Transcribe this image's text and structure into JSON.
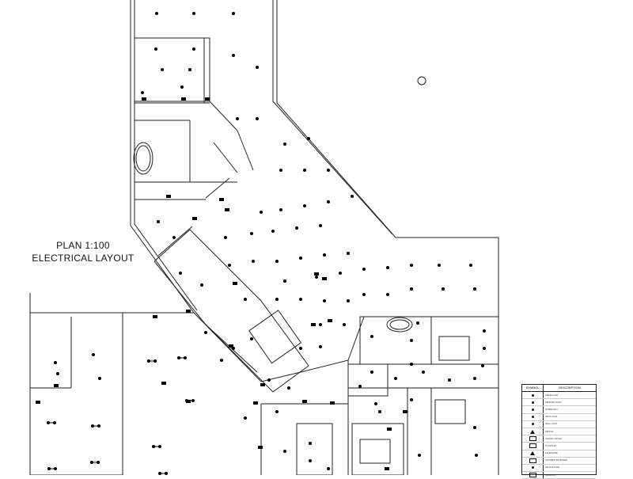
{
  "drawing": {
    "title_line1": "PLAN 1:100",
    "title_line2": "ELECTRICAL LAYOUT"
  },
  "legend": {
    "header_symbol": "SYMBOL",
    "header_description": "DESCRIPTION",
    "rows": [
      {
        "icon": "fan-icon",
        "desc": "CEILING FAN"
      },
      {
        "icon": "pendant-light-icon",
        "desc": "PENDANT LIGHT"
      },
      {
        "icon": "downlight-icon",
        "desc": "DOWNLIGHT"
      },
      {
        "icon": "spot-light-icon",
        "desc": "SPOT LIGHT"
      },
      {
        "icon": "wall-light-icon",
        "desc": "WALL LIGHT"
      },
      {
        "icon": "switch-icon",
        "desc": "SWITCH"
      },
      {
        "icon": "socket-icon",
        "desc": "SOCKET OUTLET"
      },
      {
        "icon": "tv-outlet-icon",
        "desc": "TV OUTLET"
      },
      {
        "icon": "telephone-icon",
        "desc": "TELEPHONE"
      },
      {
        "icon": "distribution-board-icon",
        "desc": "DISTRIBUTION BOARD"
      },
      {
        "icon": "exhaust-fan-icon",
        "desc": "EXHAUST FAN"
      },
      {
        "icon": "isolator-icon",
        "desc": "ISOLATOR"
      }
    ]
  },
  "colors": {
    "line": "#222222",
    "fixture": "#000000",
    "background": "#ffffff"
  }
}
